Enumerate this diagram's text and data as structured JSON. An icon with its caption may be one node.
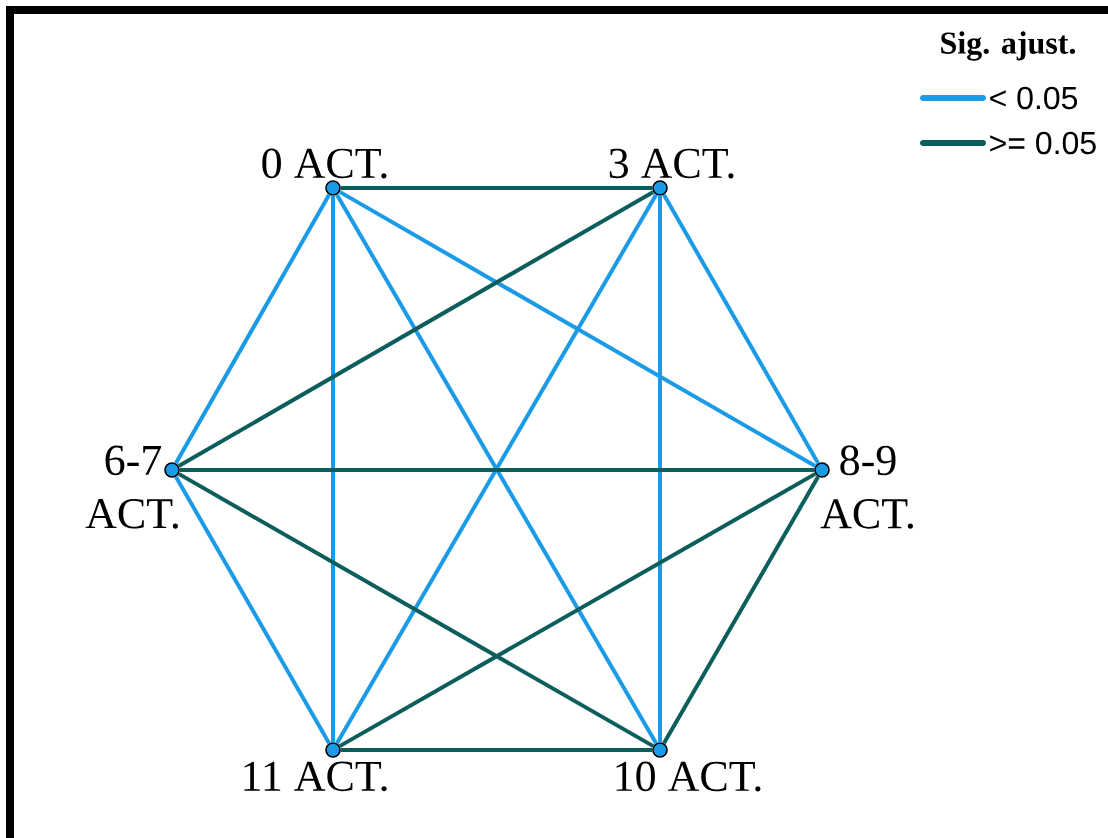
{
  "diagram": {
    "nodes": [
      {
        "text": [],
        "shape": "circle",
        "beside": [
          "0 ACT."
        ]
      },
      {
        "text": [],
        "shape": "circle",
        "beside": [
          "3 ACT."
        ]
      },
      {
        "text": [],
        "shape": "circle",
        "beside": [
          "6-7 ACT."
        ]
      },
      {
        "text": [],
        "shape": "circle",
        "beside": [
          "8-9 ACT."
        ]
      },
      {
        "text": [],
        "shape": "circle",
        "beside": [
          "11 ACT."
        ]
      },
      {
        "text": [],
        "shape": "circle",
        "beside": [
          "10 ACT."
        ]
      }
    ],
    "edges": [
      {
        "from": 0,
        "to": 1,
        "arrow": "none",
        "color": "#0b5e5c"
      },
      {
        "from": 0,
        "to": 2,
        "arrow": "none"
      },
      {
        "from": 0,
        "to": 3,
        "arrow": "none"
      },
      {
        "from": 0,
        "to": 4,
        "arrow": "none"
      },
      {
        "from": 0,
        "to": 5,
        "arrow": "none"
      },
      {
        "from": 1,
        "to": 2,
        "arrow": "none",
        "color": "#0b5e5c"
      },
      {
        "from": 1,
        "to": 3,
        "arrow": "none"
      },
      {
        "from": 1,
        "to": 4,
        "arrow": "none"
      },
      {
        "from": 1,
        "to": 5,
        "arrow": "none"
      },
      {
        "from": 2,
        "to": 3,
        "arrow": "none",
        "color": "#0b5e5c"
      },
      {
        "from": 2,
        "to": 4,
        "arrow": "none"
      },
      {
        "from": 2,
        "to": 5,
        "arrow": "none",
        "color": "#0b5e5c"
      },
      {
        "from": 3,
        "to": 4,
        "arrow": "none",
        "color": "#0b5e5c"
      },
      {
        "from": 3,
        "to": 5,
        "arrow": "none",
        "color": "#0b5e5c"
      },
      {
        "from": 4,
        "to": 5,
        "arrow": "none",
        "color": "#0b5e5c"
      }
    ],
    "labels": [
      "Sig. ajust."
    ],
    "legend": [
      {
        "text": "< 0.05",
        "color": "#1b9ae6"
      },
      {
        "text": ">= 0.05",
        "color": "#0b5e5c"
      }
    ]
  }
}
